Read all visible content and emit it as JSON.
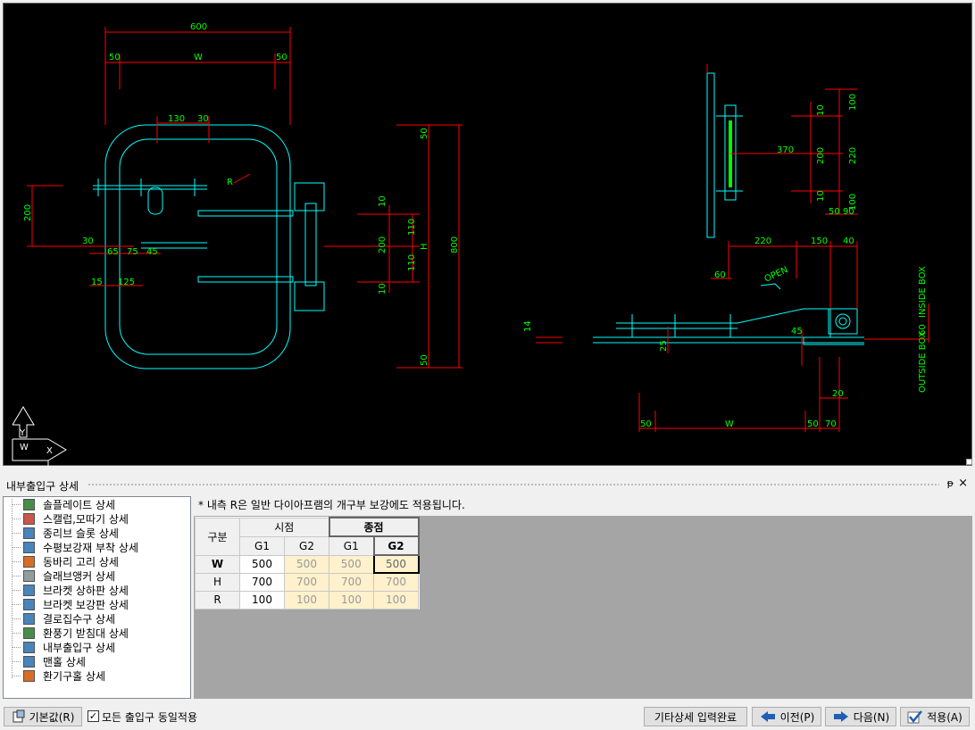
{
  "drawing": {
    "labels": {
      "top_600": "600",
      "top_50a": "50",
      "top_w": "W",
      "top_50b": "50",
      "d130": "130",
      "d30": "30",
      "r": "R",
      "d200": "200",
      "d30b": "30",
      "d65": "65",
      "d75": "75",
      "d45": "45",
      "d15": "15",
      "d125": "125",
      "right_50a": "50",
      "right_800": "800",
      "right_10a": "10",
      "right_110a": "110",
      "right_200": "200",
      "right_h": "H",
      "right_110b": "110",
      "right_10b": "10",
      "right_50b": "50",
      "s_370": "370",
      "s_10a": "10",
      "s_100": "100",
      "s_200": "200",
      "s_220": "220",
      "s_10b": "10",
      "s_50": "50",
      "s_90": "90",
      "s_100b": "100",
      "p_220": "220",
      "p_150": "150",
      "p_40": "40",
      "p_60": "60",
      "p_open": "OPEN",
      "p_14": "14",
      "p_25": "25",
      "p_45": "45",
      "p_60b": "60",
      "p_inside": "INSIDE BOX",
      "p_outside": "OUTSIDE BOX",
      "p_20": "20",
      "b_50a": "50",
      "b_w": "W",
      "b_50b": "50",
      "b_70": "70",
      "axis_y": "Y",
      "axis_w": "W",
      "axis_x": "X"
    }
  },
  "panel": {
    "title": "내부출입구 상세",
    "pin": "ᵽ",
    "close": "×"
  },
  "tree": {
    "items": [
      {
        "label": "솔플레이트 상세",
        "icon": "sole-plate-icon",
        "color": "#2a7a2a"
      },
      {
        "label": "스캘럽,모따기 상세",
        "icon": "scallop-icon",
        "color": "#c0392b"
      },
      {
        "label": "종리브 슬롯 상세",
        "icon": "rib-slot-icon",
        "color": "#2a6fb0"
      },
      {
        "label": "수평보강재 부착 상세",
        "icon": "stiffener-icon",
        "color": "#2a6fb0"
      },
      {
        "label": "동바리 고리 상세",
        "icon": "hook-icon",
        "color": "#d35400"
      },
      {
        "label": "슬래브앵커 상세",
        "icon": "anchor-icon",
        "color": "#7f8c8d"
      },
      {
        "label": "브라켓 상하판 상세",
        "icon": "bracket-icon",
        "color": "#2a6fb0"
      },
      {
        "label": "브라켓 보강판 상세",
        "icon": "bracket-plate-icon",
        "color": "#2a6fb0"
      },
      {
        "label": "결로집수구 상세",
        "icon": "drain-icon",
        "color": "#2a6fb0"
      },
      {
        "label": "환풍기 받침대 상세",
        "icon": "fan-stand-icon",
        "color": "#2a7a2a"
      },
      {
        "label": "내부출입구 상세",
        "icon": "door-icon",
        "color": "#2a6fb0"
      },
      {
        "label": "맨홀 상세",
        "icon": "manhole-icon",
        "color": "#2a6fb0"
      },
      {
        "label": "환기구홀 상세",
        "icon": "vent-hole-icon",
        "color": "#d35400"
      }
    ]
  },
  "note": "* 내측 R은 일반 다이아프램의 개구부 보강에도 적용됩니다.",
  "table": {
    "gubun": "구분",
    "start": "시점",
    "end": "종점",
    "cols": [
      "G1",
      "G2",
      "G1",
      "G2"
    ],
    "rows": [
      {
        "name": "W",
        "values": [
          "500",
          "500",
          "500",
          "500"
        ]
      },
      {
        "name": "H",
        "values": [
          "700",
          "700",
          "700",
          "700"
        ]
      },
      {
        "name": "R",
        "values": [
          "100",
          "100",
          "100",
          "100"
        ]
      }
    ]
  },
  "buttons": {
    "default": "기본값(R)",
    "apply_all": "모든 출입구 동일적용",
    "done": "기타상세 입력완료",
    "prev": "이전(P)",
    "next": "다음(N)",
    "apply": "적용(A)"
  },
  "colors": {
    "accent": "#1f5fb4",
    "cad_bg": "#000000",
    "dim": "#ff0000",
    "geom": "#00ffff",
    "text": "#00ff00"
  }
}
